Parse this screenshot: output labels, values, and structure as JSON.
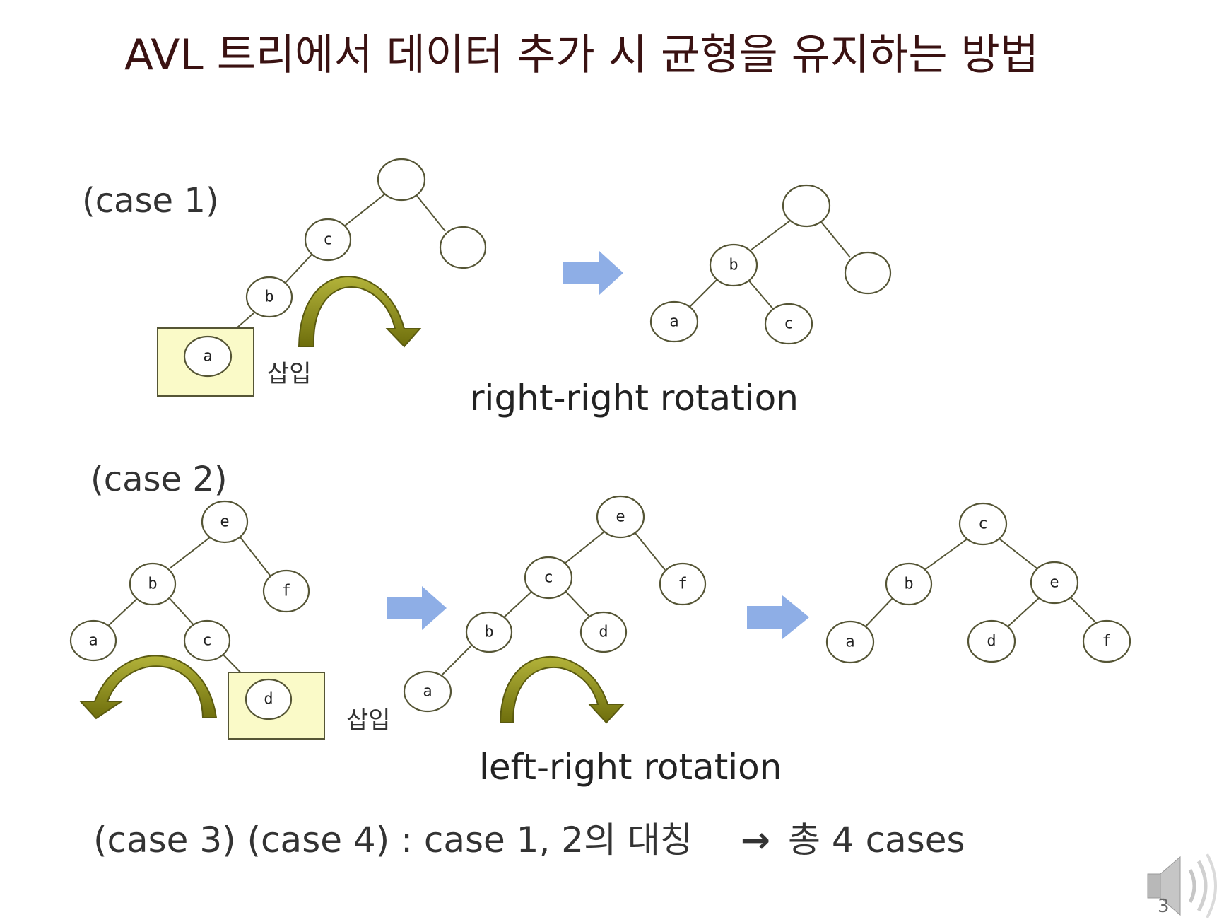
{
  "title": "AVL 트리에서 데이터 추가 시 균형을 유지하는 방법",
  "case1": {
    "label": "(case 1)",
    "insert_label": "삽입",
    "rotation_label": "right-right rotation",
    "before": {
      "root": "",
      "n1": "c",
      "n2": "",
      "n3": "b",
      "n4": "a"
    },
    "after": {
      "root": "",
      "n1": "b",
      "n2": "",
      "n3": "a",
      "n4": "c"
    }
  },
  "case2": {
    "label": "(case 2)",
    "insert_label": "삽입",
    "rotation_label": "left-right rotation",
    "step1": {
      "e": "e",
      "b": "b",
      "f": "f",
      "a": "a",
      "c": "c",
      "d": "d"
    },
    "step2": {
      "e": "e",
      "c": "c",
      "f": "f",
      "b": "b",
      "d": "d",
      "a": "a"
    },
    "step3": {
      "c": "c",
      "b": "b",
      "e": "e",
      "a": "a",
      "d": "d",
      "f": "f"
    }
  },
  "summary": {
    "cases": "(case 3) (case 4) : case 1, 2의 대칭",
    "arrow": "→",
    "total": "총 4 cases"
  },
  "colors": {
    "title": "#3a1212",
    "node_stroke": "#555535",
    "insert_box_fill": "#fafac8",
    "step_arrow": "#8eaee6",
    "rotation_arrow": "#8a8a12"
  },
  "page_number": "3",
  "icons": {
    "step_arrow": "right-arrow-icon",
    "rotation_arrow": "curved-rotation-arrow-icon",
    "speaker": "speaker-icon"
  }
}
